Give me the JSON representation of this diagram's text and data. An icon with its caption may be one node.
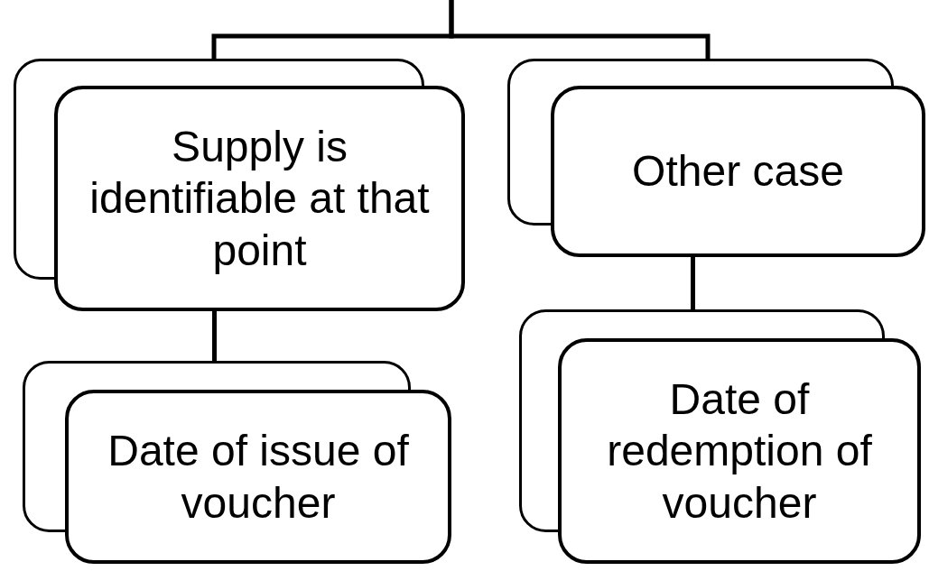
{
  "diagram": {
    "nodes": [
      {
        "text": [
          "Supply is identifiable at that point"
        ]
      },
      {
        "text": [
          "Other case"
        ]
      },
      {
        "text": [
          "Date of issue of voucher"
        ]
      },
      {
        "text": [
          "Date of redemption of voucher"
        ]
      }
    ],
    "edges": [
      {
        "from": null,
        "to": 0,
        "arrow": "none"
      },
      {
        "from": null,
        "to": 1,
        "arrow": "none"
      },
      {
        "from": 0,
        "to": 2,
        "arrow": "none"
      },
      {
        "from": 1,
        "to": 3,
        "arrow": "none"
      }
    ]
  }
}
